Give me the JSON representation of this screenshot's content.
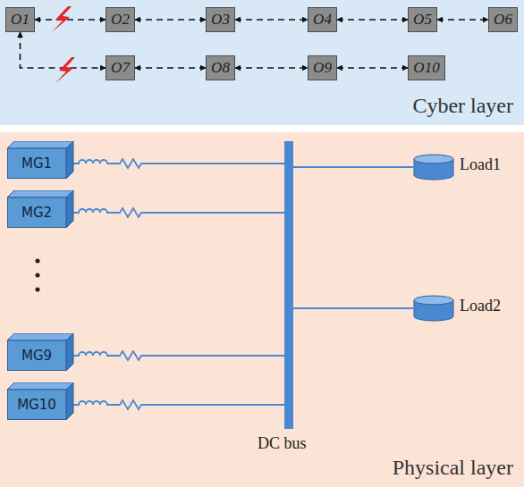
{
  "diagram": {
    "nodes": [
      {
        "text": [
          "Cyber layer"
        ]
      },
      {
        "text": [
          "O1"
        ],
        "in": 0
      },
      {
        "text": [
          "O2"
        ],
        "in": 0
      },
      {
        "text": [
          "O3"
        ],
        "in": 0
      },
      {
        "text": [
          "O4"
        ],
        "in": 0
      },
      {
        "text": [
          "O5"
        ],
        "in": 0
      },
      {
        "text": [
          "O6"
        ],
        "in": 0
      },
      {
        "text": [
          "O7"
        ],
        "in": 0
      },
      {
        "text": [
          "O8"
        ],
        "in": 0
      },
      {
        "text": [
          "O9"
        ],
        "in": 0
      },
      {
        "text": [
          "O10"
        ],
        "in": 0
      },
      {
        "text": [
          "Physical layer"
        ]
      },
      {
        "text": [
          "MG1"
        ],
        "in": 11
      },
      {
        "text": [
          "MG2"
        ],
        "in": 11
      },
      {
        "text": [
          "MG9"
        ],
        "in": 11
      },
      {
        "text": [
          "MG10"
        ],
        "in": 11
      },
      {
        "text": [
          "DC bus"
        ],
        "in": 11
      },
      {
        "text": [
          "Load1"
        ],
        "in": 11
      },
      {
        "text": [
          "Load2"
        ],
        "in": 11
      }
    ],
    "edges": [
      {
        "from": 1,
        "to": 2,
        "arrow": "both"
      },
      {
        "from": 2,
        "to": 3,
        "arrow": "both"
      },
      {
        "from": 3,
        "to": 4,
        "arrow": "both"
      },
      {
        "from": 4,
        "to": 5,
        "arrow": "both"
      },
      {
        "from": 5,
        "to": 6,
        "arrow": "both"
      },
      {
        "from": 1,
        "to": 7,
        "arrow": "both"
      },
      {
        "from": 7,
        "to": 8,
        "arrow": "both"
      },
      {
        "from": 8,
        "to": 9,
        "arrow": "both"
      },
      {
        "from": 9,
        "to": 10,
        "arrow": "both"
      },
      {
        "from": 12,
        "to": 16,
        "arrow": "none"
      },
      {
        "from": 13,
        "to": 16,
        "arrow": "none"
      },
      {
        "from": 14,
        "to": 16,
        "arrow": "none"
      },
      {
        "from": 15,
        "to": 16,
        "arrow": "none"
      },
      {
        "from": 16,
        "to": 17,
        "arrow": "none"
      },
      {
        "from": 16,
        "to": 18,
        "arrow": "none"
      }
    ]
  }
}
